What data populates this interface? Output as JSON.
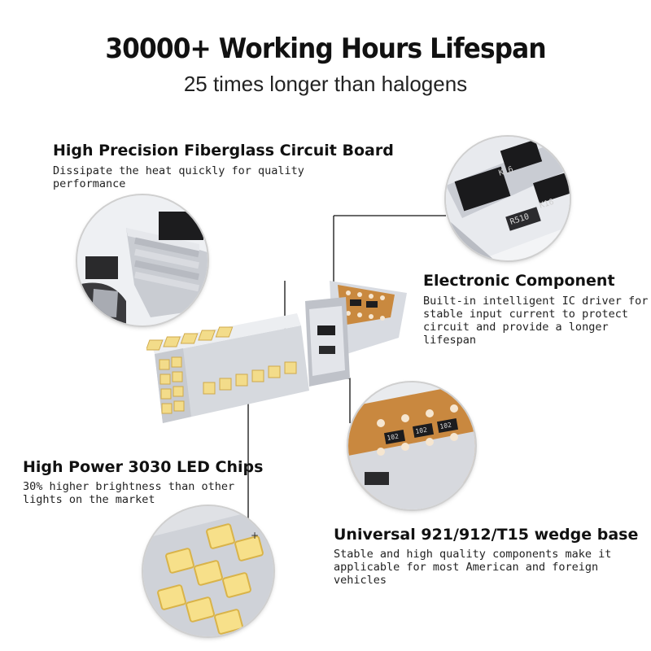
{
  "header": {
    "title": "30000+ Working Hours Lifespan",
    "subtitle": "25 times longer than halogens"
  },
  "features": [
    {
      "title": "High Precision Fiberglass Circuit Board",
      "desc_lines": [
        "Dissipate the heat quickly for quality",
        "performance"
      ],
      "icon": "circuit-board-closeup"
    },
    {
      "title": "Electronic Component",
      "desc_lines": [
        "Built-in intelligent IC driver for",
        "stable input current to protect",
        "circuit and provide a longer lifespan"
      ],
      "icon": "ic-driver-closeup"
    },
    {
      "title": "High Power 3030 LED Chips",
      "desc_lines": [
        "30% higher brightness than other",
        "lights on the market"
      ],
      "icon": "led-chips-closeup"
    },
    {
      "title": "Universal 921/912/T15 wedge base",
      "desc_lines": [
        "Stable and high quality components make it",
        "applicable for most American and foreign",
        "vehicles"
      ],
      "icon": "wedge-base-closeup"
    }
  ],
  "component_markings": {
    "chip_a": "KL6",
    "chip_b": "K16",
    "resistor": "R510",
    "base_chip_1": "102",
    "base_chip_2": "102",
    "base_chip_3": "102"
  },
  "colors": {
    "background": "#ffffff",
    "text": "#111111",
    "led_yellow": "#f3dc8a",
    "pcb_silver": "#cfd2d8",
    "copper": "#c88a4a"
  }
}
